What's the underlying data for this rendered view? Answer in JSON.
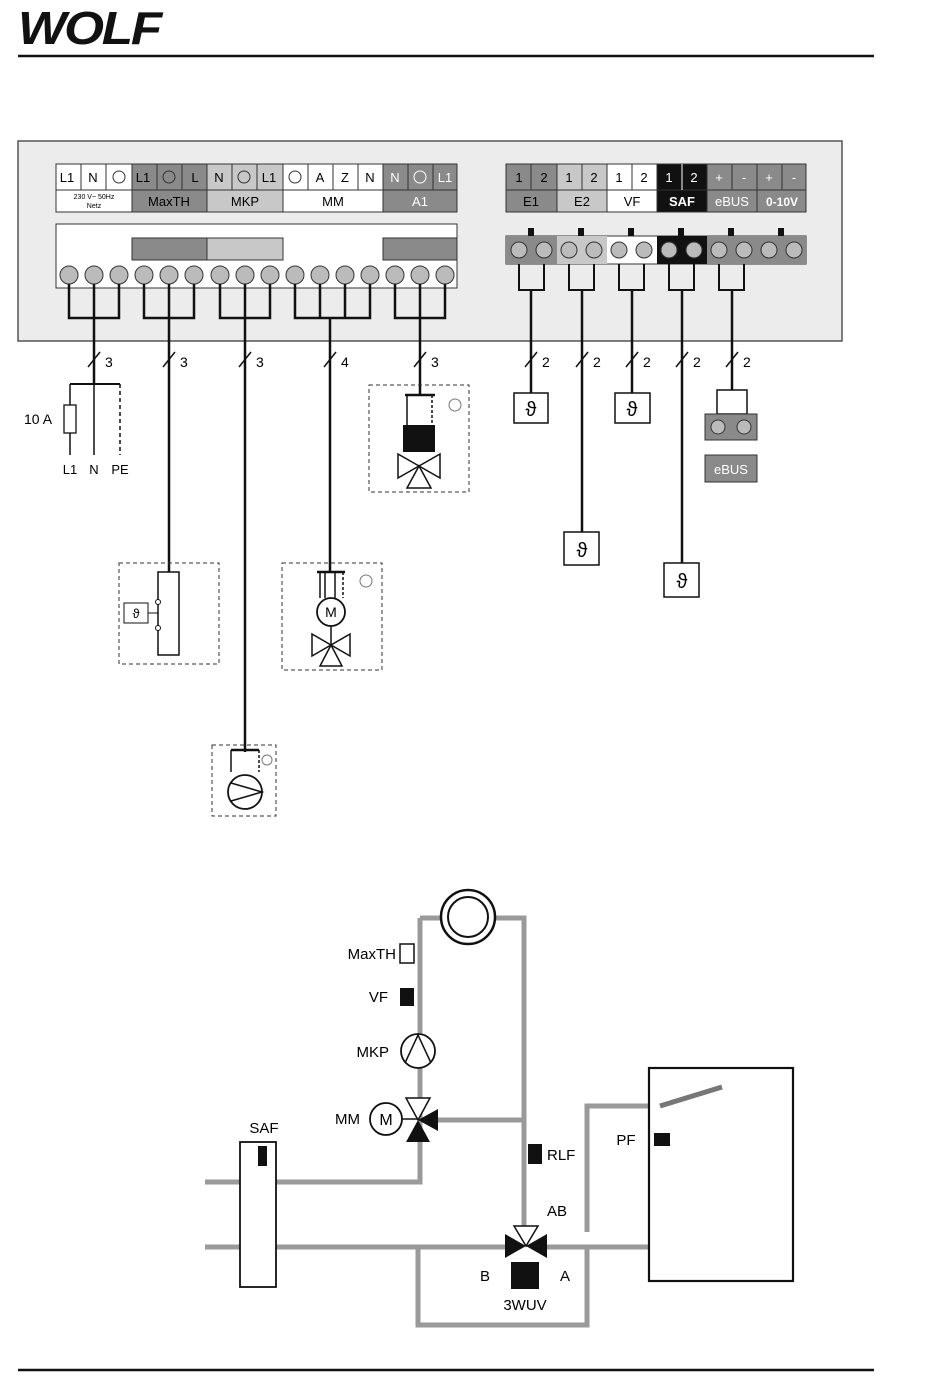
{
  "brand": {
    "logo": "WOLF"
  },
  "left_terminal_strip": {
    "groups": [
      {
        "label": "230 V~ 50Hz\nNetz",
        "pins": [
          "L1",
          "N",
          "PE"
        ],
        "tone": "white"
      },
      {
        "label": "MaxTH",
        "pins": [
          "L1",
          "PE",
          "L"
        ],
        "tone": "dark"
      },
      {
        "label": "MKP",
        "pins": [
          "N",
          "PE",
          "L1"
        ],
        "tone": "light"
      },
      {
        "label": "MM",
        "pins": [
          "PE",
          "A",
          "Z",
          "N"
        ],
        "tone": "white"
      },
      {
        "label": "A1",
        "pins": [
          "N",
          "PE",
          "L1"
        ],
        "tone": "dark"
      }
    ]
  },
  "right_terminal_strip": {
    "groups": [
      {
        "label": "E1",
        "pins": [
          "1",
          "2"
        ],
        "tone": "dark"
      },
      {
        "label": "E2",
        "pins": [
          "1",
          "2"
        ],
        "tone": "light"
      },
      {
        "label": "VF",
        "pins": [
          "1",
          "2"
        ],
        "tone": "white"
      },
      {
        "label": "SAF",
        "pins": [
          "1",
          "2"
        ],
        "tone": "black"
      },
      {
        "label": "eBUS",
        "pins": [
          "+",
          "-"
        ],
        "tone": "dark"
      },
      {
        "label": "0-10V",
        "pins": [
          "+",
          "-"
        ],
        "tone": "dark"
      }
    ]
  },
  "wiring": {
    "cable_counts_left": [
      "3",
      "3",
      "3",
      "4",
      "3"
    ],
    "cable_counts_right": [
      "2",
      "2",
      "2",
      "2",
      "2"
    ],
    "mains": {
      "fuse": "10 A",
      "conductors": [
        "L1",
        "N",
        "PE"
      ]
    },
    "sensor_symbol": "ϑ",
    "motor_symbol": "M",
    "ebus_label": "eBUS"
  },
  "hydraulic": {
    "labels": {
      "maxth": "MaxTH",
      "vf": "VF",
      "mkp": "MKP",
      "mm": "MM",
      "motor": "M",
      "saf": "SAF",
      "rlf": "RLF",
      "pf": "PF",
      "ab": "AB",
      "b": "B",
      "a": "A",
      "valve3": "3WUV"
    }
  },
  "colors": {
    "line": "#111111",
    "dark_terminal": "#8a8a8a",
    "light_terminal": "#c8c8c8",
    "pipe": "#9a9a9a",
    "panel": "#ececec"
  }
}
